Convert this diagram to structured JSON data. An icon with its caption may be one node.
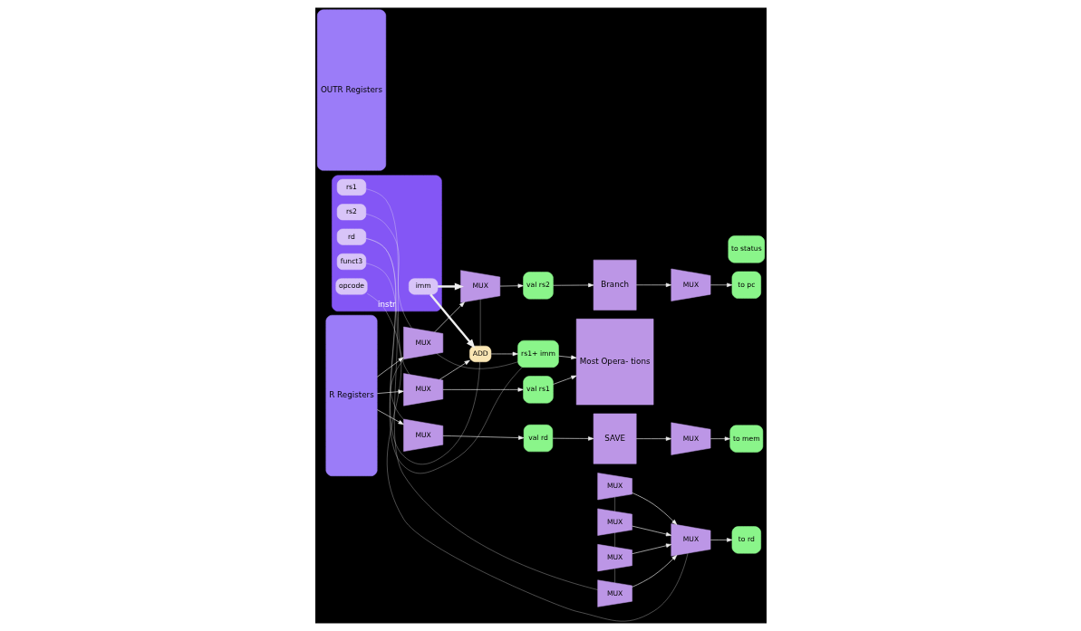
{
  "diagram": {
    "nodes": [
      {
        "text": [
          "R Registers"
        ]
      },
      {
        "text": [
          "MUX"
        ]
      },
      {
        "text": [
          "MUX"
        ]
      },
      {
        "text": [
          "MUX"
        ]
      },
      {
        "text": [
          "MUX"
        ]
      },
      {
        "text": [
          "val rd"
        ]
      },
      {
        "text": [
          "val rs2"
        ]
      },
      {
        "text": [
          "val rs1"
        ]
      },
      {
        "text": [
          "ADD"
        ]
      },
      {
        "text": [
          "rs1+ imm"
        ]
      },
      {
        "text": [
          "SAVE"
        ]
      },
      {
        "text": [
          "Branch"
        ]
      },
      {
        "text": [
          "Most Opera- tions"
        ]
      },
      {
        "text": [
          "MUX"
        ]
      },
      {
        "text": [
          "MUX"
        ]
      },
      {
        "text": [
          "MUX"
        ]
      },
      {
        "text": [
          "MUX"
        ]
      },
      {
        "text": [
          "MUX"
        ]
      },
      {
        "text": [
          "MUX"
        ]
      },
      {
        "text": [
          "MUX"
        ]
      },
      {
        "text": [
          "to mem"
        ]
      },
      {
        "text": [
          "to pc"
        ]
      },
      {
        "text": [
          "to rd"
        ]
      },
      {
        "text": [
          "to status"
        ]
      },
      {
        "text": [
          "OUTR Registers"
        ]
      },
      {
        "text": [
          "instr"
        ]
      },
      {
        "text": [
          "rs1"
        ],
        "in": 25
      },
      {
        "text": [
          "rs2"
        ],
        "in": 25
      },
      {
        "text": [
          "imm"
        ],
        "in": 25
      },
      {
        "text": [
          "rd"
        ],
        "in": 25
      },
      {
        "text": [
          "funct3"
        ],
        "in": 25
      },
      {
        "text": [
          "opcode"
        ],
        "in": 25
      }
    ],
    "edges": [
      {
        "from": 0,
        "to": 1,
        "arrow": "to"
      },
      {
        "from": 0,
        "to": 2,
        "arrow": "to"
      },
      {
        "from": 0,
        "to": 3,
        "arrow": "to"
      },
      {
        "from": 1,
        "to": 5,
        "arrow": "to"
      },
      {
        "from": 2,
        "to": 4,
        "arrow": "to"
      },
      {
        "from": 4,
        "to": 6,
        "arrow": "to"
      },
      {
        "from": 3,
        "to": 7,
        "arrow": "to"
      },
      {
        "from": 3,
        "to": 8,
        "arrow": "to"
      },
      {
        "from": 8,
        "to": 9,
        "arrow": "to"
      },
      {
        "from": 5,
        "to": 10,
        "arrow": "to"
      },
      {
        "from": 6,
        "to": 11,
        "arrow": "to"
      },
      {
        "from": 7,
        "to": 12,
        "arrow": "to"
      },
      {
        "from": 9,
        "to": 12,
        "arrow": "to"
      },
      {
        "from": 10,
        "to": 17,
        "arrow": "to"
      },
      {
        "from": 11,
        "to": 18,
        "arrow": "to"
      },
      {
        "from": 13,
        "to": 19,
        "arrow": "to"
      },
      {
        "from": 14,
        "to": 19,
        "arrow": "to"
      },
      {
        "from": 15,
        "to": 19,
        "arrow": "to"
      },
      {
        "from": 16,
        "to": 19,
        "arrow": "to"
      },
      {
        "from": 17,
        "to": 20,
        "arrow": "to"
      },
      {
        "from": 18,
        "to": 21,
        "arrow": "to"
      },
      {
        "from": 19,
        "to": 22,
        "arrow": "to"
      },
      {
        "from": 28,
        "to": 4,
        "arrow": "to",
        "style": "thick"
      },
      {
        "from": 28,
        "to": 8,
        "arrow": "to",
        "style": "thick"
      },
      {
        "from": 1,
        "to": 2,
        "arrow": "none"
      },
      {
        "from": 2,
        "to": 27,
        "arrow": "none"
      },
      {
        "from": 2,
        "to": 9,
        "arrow": "none"
      },
      {
        "from": 3,
        "to": 26,
        "arrow": "none"
      },
      {
        "from": 4,
        "to": 8,
        "arrow": "none"
      },
      {
        "from": 8,
        "to": 29,
        "arrow": "none"
      },
      {
        "from": 9,
        "to": 29,
        "arrow": "none"
      },
      {
        "from": 13,
        "to": 14,
        "arrow": "none"
      },
      {
        "from": 14,
        "to": 15,
        "arrow": "none"
      },
      {
        "from": 15,
        "to": 16,
        "arrow": "none"
      },
      {
        "from": 16,
        "to": 30,
        "arrow": "none"
      },
      {
        "from": 19,
        "to": 31,
        "arrow": "none"
      }
    ]
  }
}
